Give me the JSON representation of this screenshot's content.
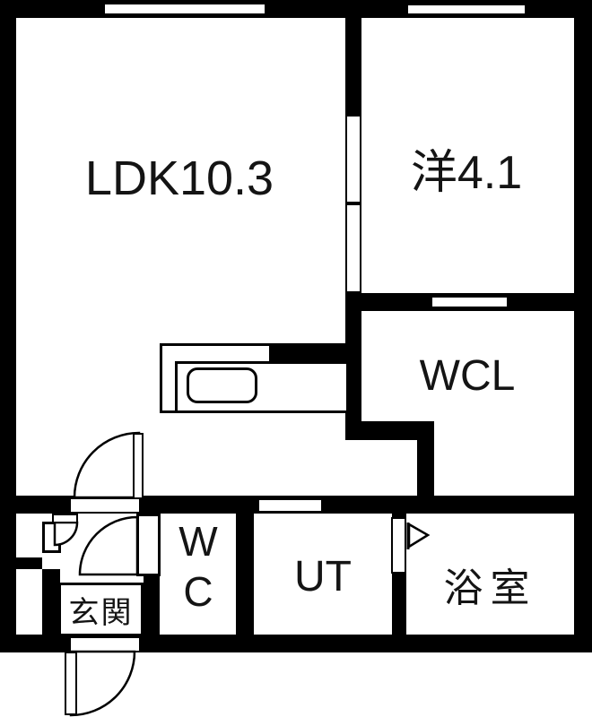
{
  "title": "1LDK floor plan",
  "colors": {
    "wall": "#000000",
    "floor": "#ffffff",
    "text": "#141414"
  },
  "rooms": {
    "ldk": {
      "label": "LDK10.3"
    },
    "western": {
      "label": "洋4.1"
    },
    "wcl": {
      "label": "WCL"
    },
    "wc": {
      "line1": "W",
      "line2": "C"
    },
    "ut": {
      "label": "UT"
    },
    "bath": {
      "label": "浴室"
    },
    "genkan": {
      "label": "玄関"
    }
  }
}
